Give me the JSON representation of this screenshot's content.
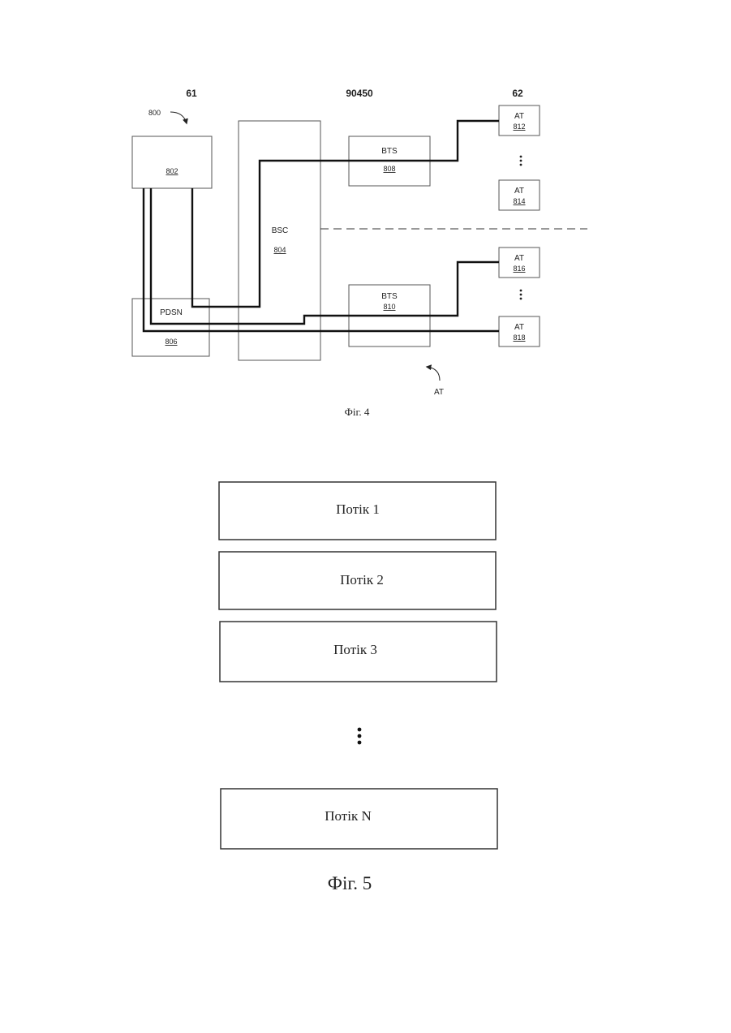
{
  "header": {
    "left_number": "61",
    "center_number": "90450",
    "right_number": "62"
  },
  "fig4": {
    "system_ref": "800",
    "caption": "Фіг. 4",
    "nodes": {
      "n802": {
        "label": "",
        "ref": "802"
      },
      "bsc": {
        "label": "BSC",
        "ref": "804"
      },
      "pdsn": {
        "label": "PDSN",
        "ref": "806"
      },
      "bts1": {
        "label": "BTS",
        "ref": "808"
      },
      "bts2": {
        "label": "BTS",
        "ref": "810"
      },
      "at1": {
        "label": "AT",
        "ref": "812"
      },
      "at2": {
        "label": "AT",
        "ref": "814"
      },
      "at3": {
        "label": "AT",
        "ref": "816"
      },
      "at4": {
        "label": "AT",
        "ref": "818"
      }
    },
    "at_pointer_label": "AT"
  },
  "fig5": {
    "streams": [
      "Потік 1",
      "Потік 2",
      "Потік 3",
      "Потік N"
    ],
    "caption": "Фіг. 5"
  }
}
